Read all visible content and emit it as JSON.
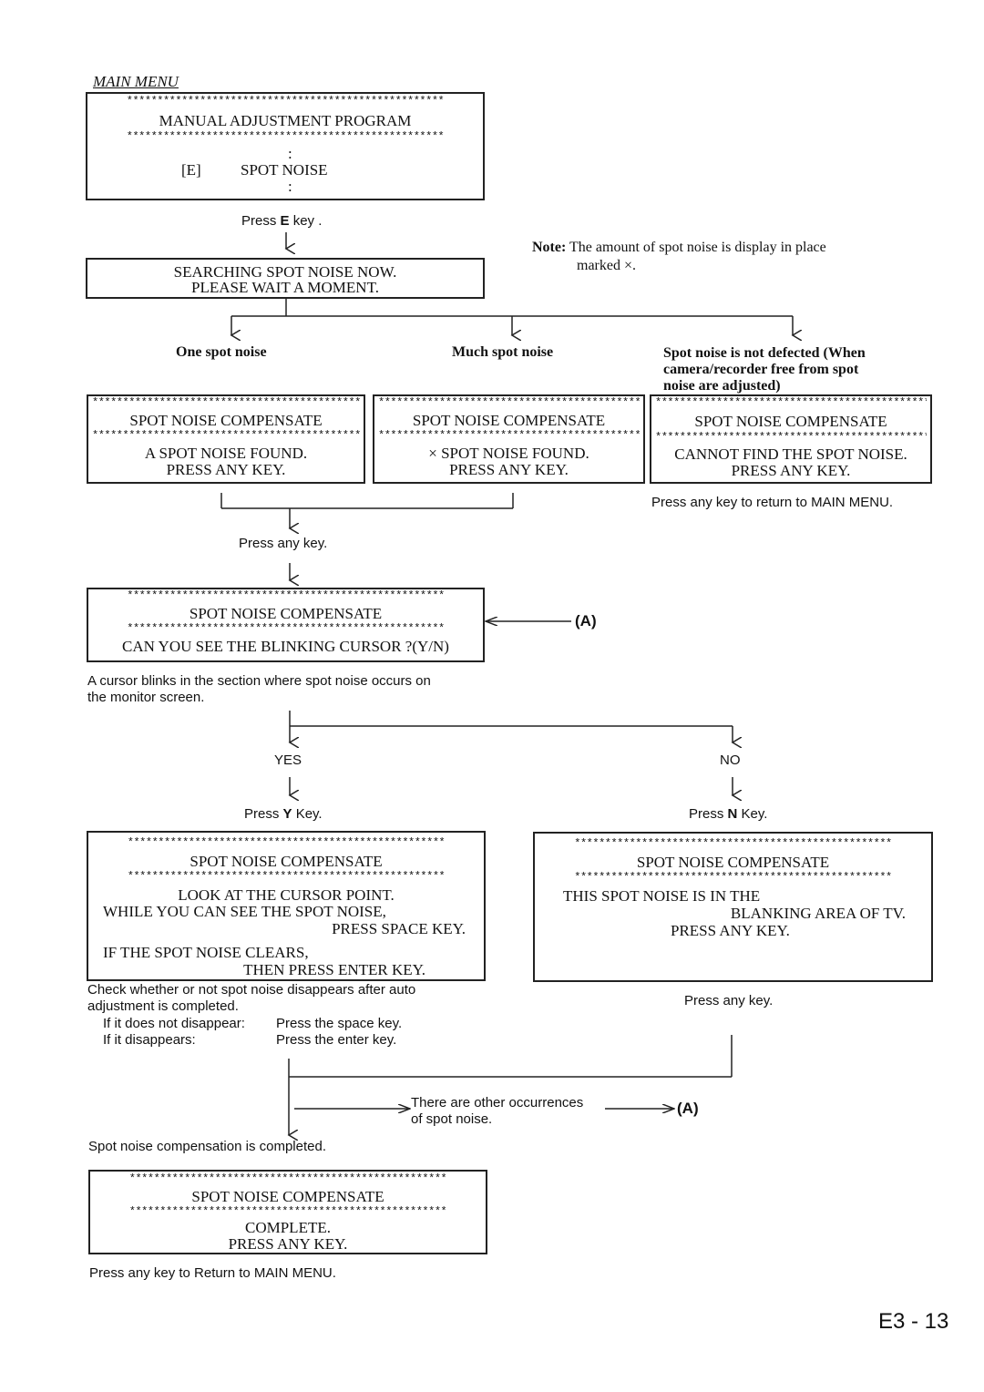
{
  "main_menu": {
    "heading": "MAIN MENU",
    "stars": "****************************************************",
    "title": "MANUAL ADJUSTMENT PROGRAM",
    "dots_top": ":",
    "key": "[E]",
    "item": "SPOT NOISE",
    "dots_bottom": ":"
  },
  "press_e": {
    "pre": "Press ",
    "key": "E",
    "post": " key ."
  },
  "searching": {
    "line1": "SEARCHING SPOT NOISE NOW.",
    "line2": "PLEASE WAIT A MOMENT."
  },
  "note": {
    "label": "Note:",
    "line1": "The amount of spot noise is display in place",
    "line2": "marked ×."
  },
  "branches": {
    "one": {
      "heading": "One spot noise",
      "title": "SPOT NOISE COMPENSATE",
      "line1": "A SPOT NOISE FOUND.",
      "line2": "PRESS ANY KEY."
    },
    "much": {
      "heading": "Much spot noise",
      "title": "SPOT NOISE COMPENSATE",
      "line1": "× SPOT NOISE FOUND.",
      "line2": "PRESS ANY KEY."
    },
    "none": {
      "heading_line1": "Spot noise is not defected (When",
      "heading_line2": "camera/recorder free from spot",
      "heading_line3": "noise are adjusted)",
      "title": "SPOT NOISE COMPENSATE",
      "line1": "CANNOT FIND THE SPOT NOISE.",
      "line2": "PRESS ANY KEY.",
      "footer": "Press any key to return to MAIN MENU."
    }
  },
  "press_any_key_1": "Press any key.",
  "cursor_box": {
    "title": "SPOT NOISE COMPENSATE",
    "question": "CAN YOU SEE THE BLINKING CURSOR ?(Y/N)",
    "marker": "(A)"
  },
  "cursor_note": {
    "line1": "A cursor blinks in the section where spot noise occurs on",
    "line2": "the monitor screen."
  },
  "yes": {
    "label": "YES",
    "pre": "Press ",
    "key": "Y",
    "post": " Key."
  },
  "no": {
    "label": "NO",
    "pre": "Press ",
    "key": "N",
    "post": " Key."
  },
  "yes_box": {
    "title": "SPOT NOISE COMPENSATE",
    "line1": "LOOK AT THE CURSOR POINT.",
    "line2": "WHILE YOU CAN SEE THE SPOT NOISE,",
    "line3": "PRESS SPACE KEY.",
    "line4": "IF THE SPOT NOISE CLEARS,",
    "line5": "THEN PRESS ENTER KEY."
  },
  "no_box": {
    "title": "SPOT NOISE COMPENSATE",
    "line1": "THIS SPOT NOISE IS IN THE",
    "line2": "BLANKING AREA OF TV.",
    "line3": "PRESS ANY KEY."
  },
  "check_note": {
    "line1": "Check whether or not spot noise disappears after auto",
    "line2": "adjustment is completed.",
    "row1_label": "If it does not disappear:",
    "row1_value": "Press the space key.",
    "row2_label": "If it disappears:",
    "row2_value": "Press the enter key."
  },
  "press_any_key_2": "Press any key.",
  "other": {
    "line1": "There are other occurrences",
    "line2": "of spot noise.",
    "marker": "(A)"
  },
  "completed_note": "Spot noise compensation is completed.",
  "complete_box": {
    "title": "SPOT NOISE COMPENSATE",
    "line1": "COMPLETE.",
    "line2": "PRESS ANY KEY."
  },
  "return_note": "Press any key to Return to MAIN MENU.",
  "page_number": "E3 - 13"
}
